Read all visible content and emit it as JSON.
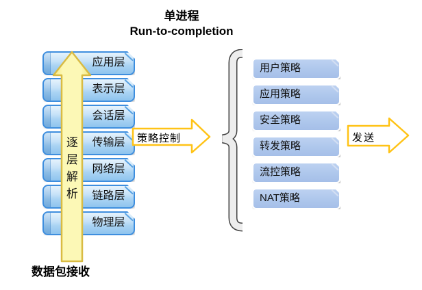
{
  "title": {
    "line1": "单进程",
    "line2": "Run-to-completion"
  },
  "osi_stack": {
    "layers": [
      "应用层",
      "表示层",
      "会话层",
      "传输层",
      "网络层",
      "链路层",
      "物理层"
    ]
  },
  "up_arrow": {
    "label": "逐层解析"
  },
  "bottom_label": "数据包接收",
  "policy_arrow": {
    "label": "策略控制"
  },
  "send_arrow": {
    "label": "发送"
  },
  "policy_list": {
    "items": [
      "用户策略",
      "应用策略",
      "安全策略",
      "转发策略",
      "流控策略",
      "NAT策略"
    ]
  },
  "colors": {
    "layer_box_fill_top": "#E6F3FC",
    "layer_box_fill_bottom": "#8FC4EE",
    "layer_box_border": "#3E8EDE",
    "policy_box_fill": "#AEC7EC",
    "policy_box_border": "#FFFFFF",
    "up_arrow_fill": "#FBF5A6",
    "up_arrow_border": "#D9BB43",
    "flow_arrow_fill": "#FFFFFF",
    "flow_arrow_border": "#FFC316",
    "brace_fill": "#EDEDED",
    "brace_outline": "#3F3F3F",
    "text": "#000000"
  }
}
